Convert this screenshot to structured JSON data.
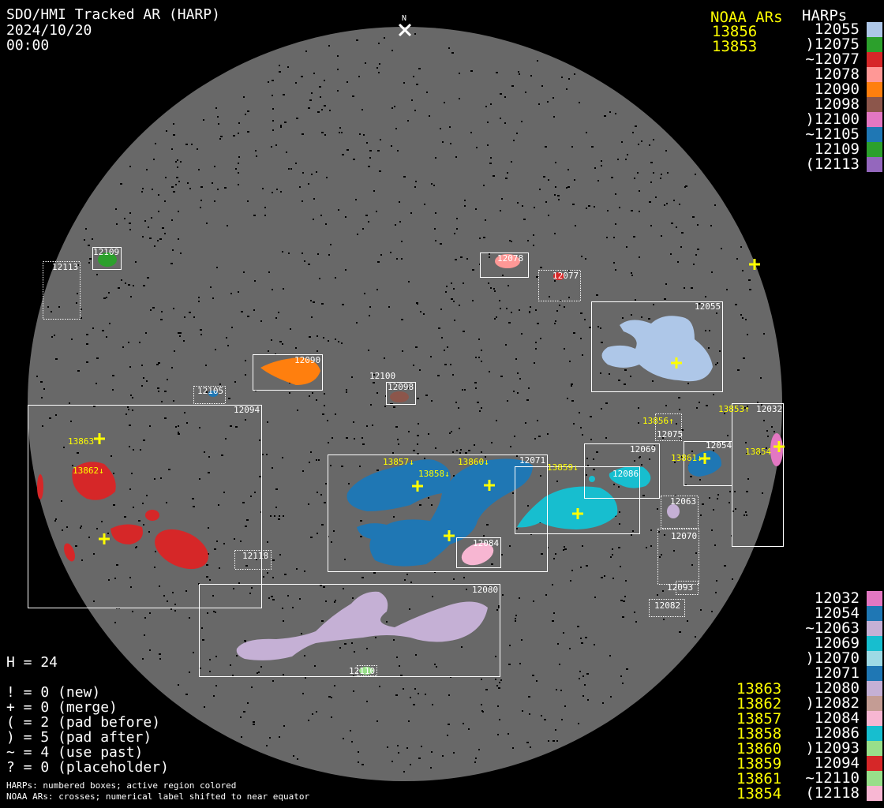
{
  "header": {
    "instrument": "SDO/HMI Tracked AR (HARP)",
    "date": "2024/10/20",
    "time": "00:00",
    "north_label": "N"
  },
  "noaa_header": "NOAA ARs",
  "harps_header": "HARPs",
  "noaa_top": [
    "13856",
    "13853"
  ],
  "harps_top": [
    {
      "label": "12055",
      "color": "#aec7e8"
    },
    {
      "label": ")12075",
      "color": "#2ca02c"
    },
    {
      "label": "~12077",
      "color": "#d62728"
    },
    {
      "label": "12078",
      "color": "#ff9896"
    },
    {
      "label": "12090",
      "color": "#ff7f0e"
    },
    {
      "label": "12098",
      "color": "#8c564b"
    },
    {
      "label": ")12100",
      "color": "#e377c2"
    },
    {
      "label": "~12105",
      "color": "#1f77b4"
    },
    {
      "label": "12109",
      "color": "#2ca02c"
    },
    {
      "label": "(12113",
      "color": "#9467bd"
    }
  ],
  "harps_bottom": [
    {
      "label": "12032",
      "color": "#e377c2"
    },
    {
      "label": "12054",
      "color": "#1f77b4"
    },
    {
      "label": "~12063",
      "color": "#c5b0d5"
    },
    {
      "label": "12069",
      "color": "#17becf"
    },
    {
      "label": ")12070",
      "color": "#9edae5"
    },
    {
      "label": "12071",
      "color": "#1f77b4"
    },
    {
      "label": "12080",
      "color": "#c5b0d5"
    },
    {
      "label": ")12082",
      "color": "#c49c94"
    },
    {
      "label": "12084",
      "color": "#f7b6d2"
    },
    {
      "label": "12086",
      "color": "#17becf"
    },
    {
      "label": ")12093",
      "color": "#98df8a"
    },
    {
      "label": "12094",
      "color": "#d62728"
    },
    {
      "label": "~12110",
      "color": "#98df8a"
    },
    {
      "label": "(12118",
      "color": "#f7b6d2"
    }
  ],
  "noaa_bottom": [
    "13863",
    "13862",
    "13857",
    "13858",
    "13860",
    "13859",
    "13861",
    "13854"
  ],
  "stats": {
    "h": "H = 24",
    "lines": [
      "! = 0 (new)",
      "+ = 0 (merge)",
      "( = 2 (pad before)",
      ") = 5 (pad after)",
      "~ = 4 (use past)",
      "? = 0 (placeholder)"
    ]
  },
  "footer": [
    "HARPs: numbered boxes; active region colored",
    "NOAA ARs: crosses; numerical label shifted to near equator"
  ],
  "disk": {
    "box_labels": [
      "12113",
      "12109",
      "12078",
      "12077",
      "12055",
      "12090",
      "12100",
      "12098",
      "12105",
      "12094",
      "12075",
      "12032",
      "12069",
      "12086",
      "12071",
      "12054",
      "12063",
      "12070",
      "12093",
      "12082",
      "12118",
      "12084",
      "12080",
      "12110"
    ],
    "ar_labels": [
      "13863",
      "13862↓",
      "13857↓",
      "13858↓",
      "13860↓",
      "13859↓",
      "13861↓",
      "13854",
      "13856↑",
      "13853↑"
    ]
  },
  "colors": {
    "disk": "#686868",
    "noaa": "#ffff00",
    "box": "#ffffff"
  }
}
